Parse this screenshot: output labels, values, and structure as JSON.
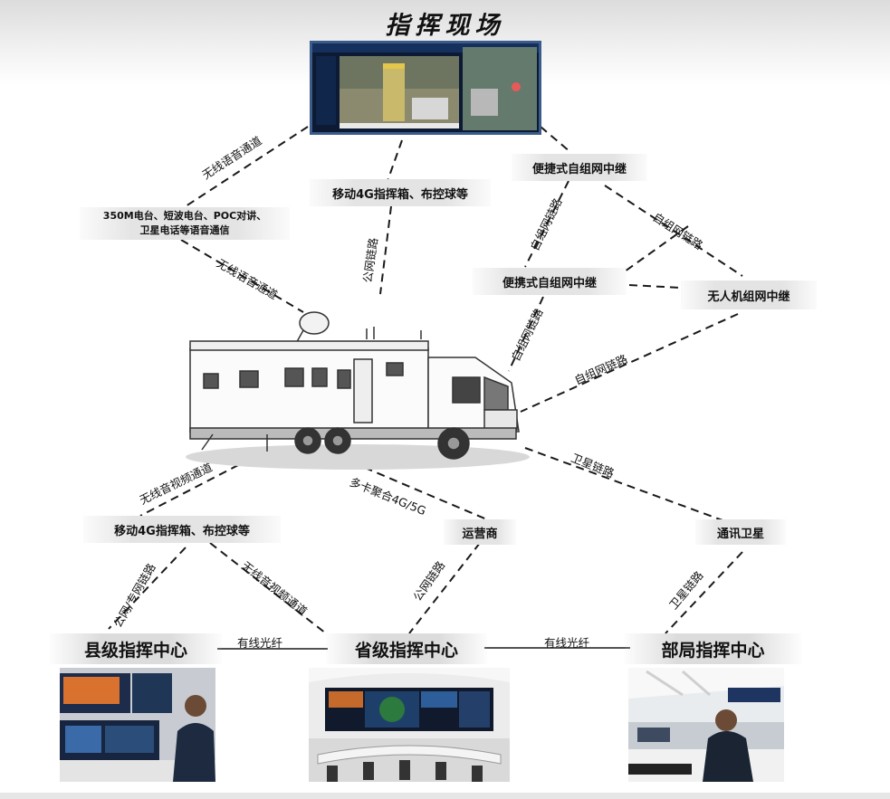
{
  "title": "指挥现场",
  "nodes": {
    "voice_devices_line1": "350M电台、短波电台、POC对讲、",
    "voice_devices_line2": "卫星电话等语音通信",
    "mobile_4g_top": "移动4G指挥箱、布控球等",
    "portable_relay_top": "便捷式自组网中继",
    "portable_relay_mid": "便携式自组网中继",
    "uav_relay": "无人机组网中继",
    "mobile_4g_bottom": "移动4G指挥箱、布控球等",
    "operator": "运营商",
    "satellite": "通讯卫星"
  },
  "centers": {
    "county": "县级指挥中心",
    "province": "省级指挥中心",
    "ministry": "部局指挥中心"
  },
  "links": {
    "wireless_voice_top": "无线语音通道",
    "wireless_voice_mid": "无线语音通道",
    "public_net_top": "公网链路",
    "adhoc_1": "自组网链路",
    "adhoc_2": "自组网链路",
    "adhoc_3": "自组网链路",
    "adhoc_4": "自组网链路",
    "wireless_av_left": "无线音视频通道",
    "multi_card": "多卡聚合4G/5G",
    "satellite_link": "卫星链路",
    "public_private_net": "公网/专网链路",
    "wireless_av_right": "无线音视频通道",
    "public_net_bottom": "公网链路",
    "satellite_link_bottom": "卫星链路",
    "fiber_left": "有线光纤",
    "fiber_right": "有线光纤"
  },
  "colors": {
    "line": "#1a1a1a",
    "node_bg": "#e4e4e4",
    "screen_bg": "#0c1a33"
  }
}
